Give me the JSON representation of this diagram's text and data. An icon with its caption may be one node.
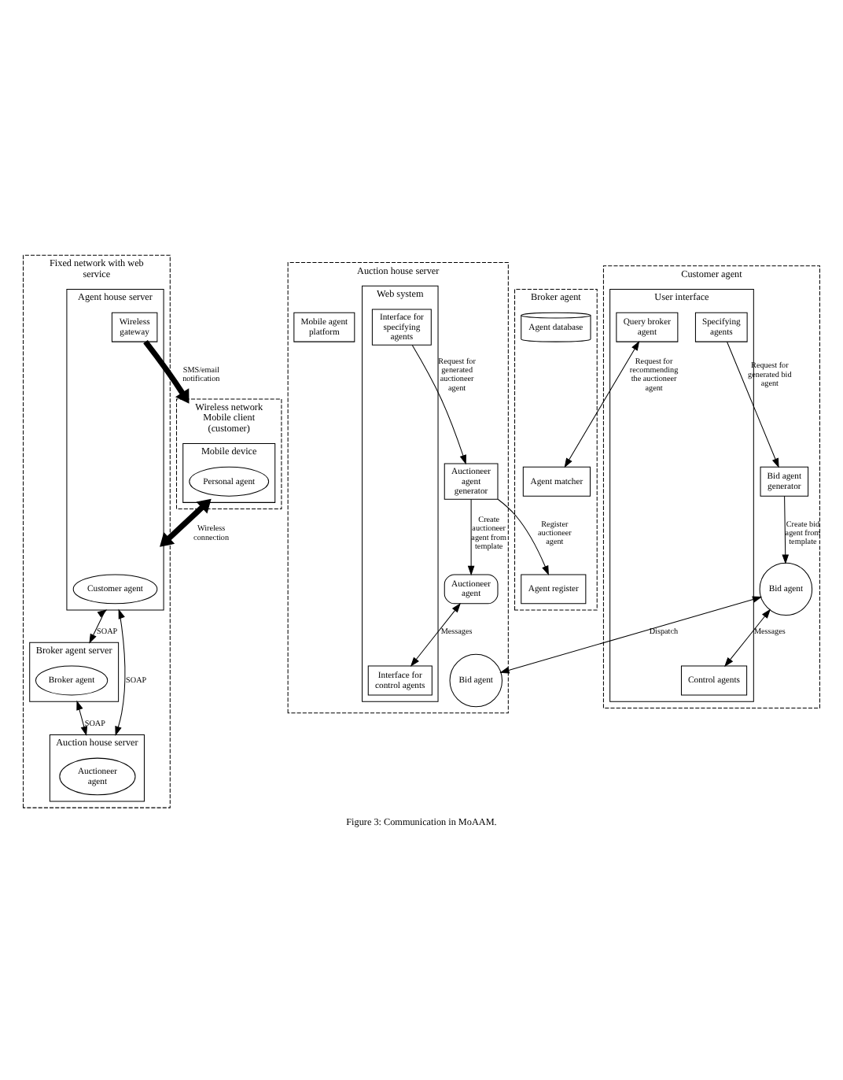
{
  "diagram": {
    "caption": "Figure 3: Communication in MoAAM.",
    "nodes": [
      {
        "text": [
          "Wireless network",
          "Mobile client (customer)"
        ]
      },
      {
        "text": [
          "Mobile device"
        ],
        "in": 0
      },
      {
        "text": [
          "Personal agent"
        ],
        "in": 1
      },
      {
        "text": [
          "Fixed network with web service"
        ]
      },
      {
        "text": [
          "Agent house server"
        ],
        "in": 3
      },
      {
        "text": [
          "Customer agent"
        ],
        "in": 4
      },
      {
        "text": [
          "Wireless gateway"
        ],
        "in": 4
      },
      {
        "text": [
          "Broker agent server"
        ],
        "in": 3
      },
      {
        "text": [
          "Broker agent"
        ],
        "in": 7
      },
      {
        "text": [
          "Auction house server"
        ],
        "in": 3
      },
      {
        "text": [
          "Auctioneer agent"
        ],
        "in": 9
      },
      {
        "text": [
          "Broker agent"
        ]
      },
      {
        "text": [
          "Agent database"
        ],
        "in": 11
      },
      {
        "text": [
          "Agent matcher"
        ],
        "in": 11
      },
      {
        "text": [
          "Agent register"
        ],
        "in": 11
      },
      {
        "text": [
          "Customer agent"
        ]
      },
      {
        "text": [
          "User interface"
        ],
        "in": 15
      },
      {
        "text": [
          "Query broker agent"
        ],
        "in": 16
      },
      {
        "text": [
          "Specifying agents"
        ],
        "in": 16
      },
      {
        "text": [
          "Control agents"
        ],
        "in": 16
      },
      {
        "text": [
          "Bid agent generator"
        ],
        "in": 15
      },
      {
        "text": [
          "Bid agent"
        ],
        "in": 15
      },
      {
        "text": [
          "Auction house server"
        ]
      },
      {
        "text": [
          "Web system"
        ],
        "in": 22
      },
      {
        "text": [
          "Interface for specifying agents"
        ],
        "in": 23
      },
      {
        "text": [
          "Interface for control agents"
        ],
        "in": 23
      },
      {
        "text": [
          "Auctioneer agent generator"
        ],
        "in": 22
      },
      {
        "text": [
          "Bid agent"
        ],
        "in": 22
      },
      {
        "text": [
          "Auctioneer agent"
        ],
        "in": 22
      },
      {
        "text": [
          "Mobile agent platform"
        ],
        "in": 22
      }
    ],
    "edges": [
      {
        "from": 1,
        "to": 4,
        "arrow": "both",
        "label": "Wireless connection",
        "style": "thick"
      },
      {
        "from": 6,
        "to": 0,
        "arrow": "to",
        "label": "SMS/email notification",
        "style": "thick"
      },
      {
        "from": 4,
        "to": 7,
        "arrow": "both",
        "label": "SOAP"
      },
      {
        "from": 4,
        "to": 9,
        "arrow": "both",
        "label": "SOAP"
      },
      {
        "from": 7,
        "to": 9,
        "arrow": "both",
        "label": "SOAP"
      },
      {
        "from": 17,
        "to": 13,
        "arrow": "both",
        "label": "Request for recommending the auctioneer agent"
      },
      {
        "from": 18,
        "to": 20,
        "arrow": "to",
        "label": "Request for generated bid agent"
      },
      {
        "from": 20,
        "to": 21,
        "arrow": "to",
        "label": "Create bid agent from template"
      },
      {
        "from": 21,
        "to": 19,
        "arrow": "both",
        "label": "Messages"
      },
      {
        "from": 21,
        "to": 27,
        "arrow": "both",
        "label": "Dispatch"
      },
      {
        "from": 26,
        "to": 14,
        "arrow": "to",
        "label": "Register auctioneer agent"
      },
      {
        "from": 24,
        "to": 26,
        "arrow": "to",
        "label": "Request for generated auctioneer agent"
      },
      {
        "from": 26,
        "to": 28,
        "arrow": "to",
        "label": "Create auctioneer agent from template"
      },
      {
        "from": 28,
        "to": 25,
        "arrow": "both",
        "label": "Messages"
      }
    ]
  }
}
